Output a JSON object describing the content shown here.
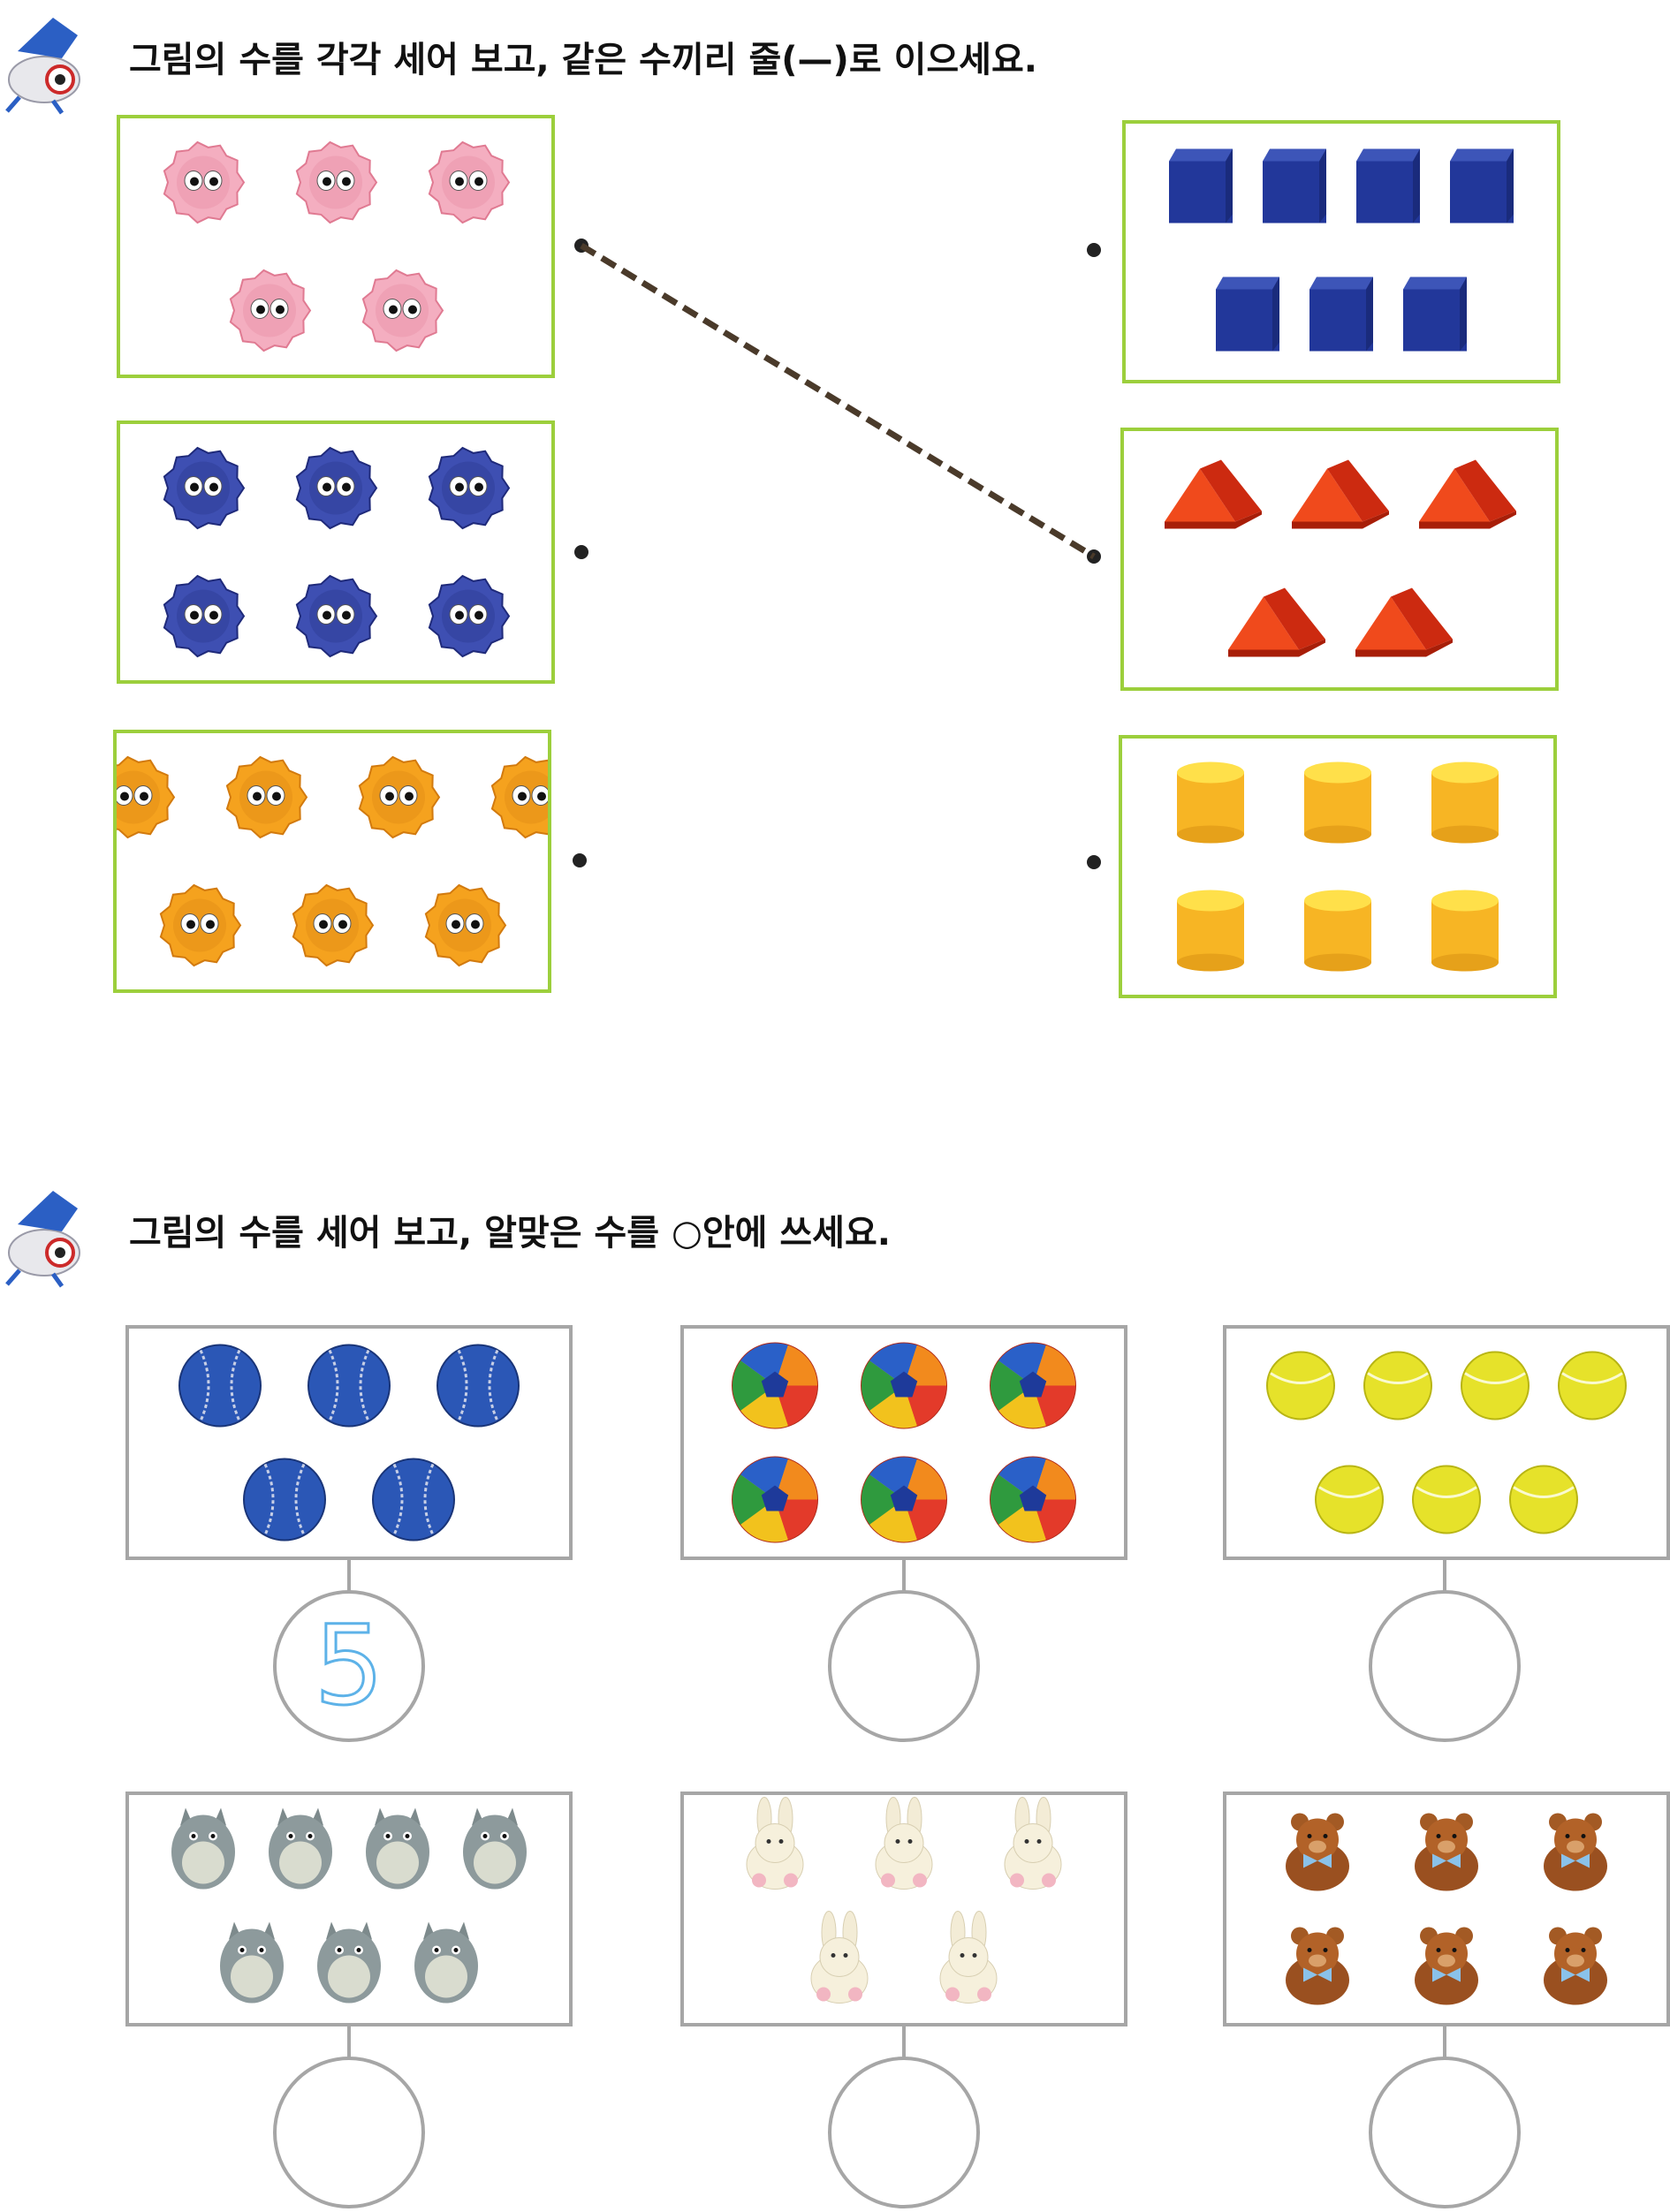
{
  "section1": {
    "instruction": "그림의 수를 각각 세어 보고, 같은 수끼리 줄(—)로 이으세요.",
    "icon": "mascot-robot-icon",
    "left_boxes": [
      {
        "item": "pink-pompom-icon",
        "count": 5
      },
      {
        "item": "blue-pompom-icon",
        "count": 6
      },
      {
        "item": "orange-pompom-icon",
        "count": 7
      }
    ],
    "right_boxes": [
      {
        "item": "blue-cube-icon",
        "count": 7
      },
      {
        "item": "red-triangular-prism-icon",
        "count": 5
      },
      {
        "item": "yellow-cylinder-icon",
        "count": 6
      }
    ],
    "example_link": {
      "from_left": 1,
      "to_right": 2,
      "style": "dashed"
    },
    "colors": {
      "box_border": "#9ccf3c",
      "dot": "#222222",
      "line": "#4a3a2a"
    }
  },
  "section2": {
    "instruction": "그림의 수를 세어 보고, 알맞은 수를 ○안에 쓰세요.",
    "icon": "mascot-robot-icon",
    "boxes": [
      {
        "item": "blue-baseball-icon",
        "count": 5,
        "answer": "5"
      },
      {
        "item": "colorful-soccer-ball-icon",
        "count": 6,
        "answer": ""
      },
      {
        "item": "tennis-ball-icon",
        "count": 7,
        "answer": ""
      },
      {
        "item": "totoro-figure-icon",
        "count": 7,
        "answer": ""
      },
      {
        "item": "plush-rabbit-icon",
        "count": 5,
        "answer": ""
      },
      {
        "item": "teddy-bear-icon",
        "count": 6,
        "answer": ""
      }
    ],
    "colors": {
      "box_border": "#a6a6a6",
      "hint_digit": "#5db2e8"
    }
  }
}
